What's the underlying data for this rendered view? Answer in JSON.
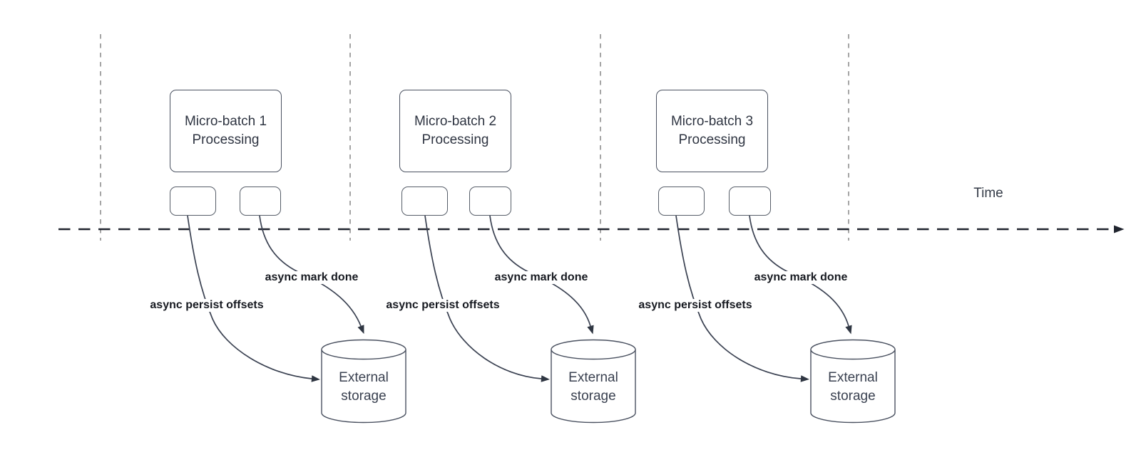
{
  "diagram": {
    "title_semantic": "Micro-batch stream processing timeline",
    "time_label": "Time",
    "colors": {
      "background": "#ffffff",
      "time_axis": "#20242e",
      "guide_line": "#a5a5a5",
      "shape_border": "#4a5160",
      "arrow_stroke": "#3b4252",
      "edge_label_text": "#171a21",
      "shape_text": "#2f3542"
    },
    "groups": [
      {
        "title_lines": [
          "Micro-batch 1",
          "Processing"
        ],
        "persist_label": "async persist offsets",
        "mark_label": "async mark done",
        "storage_lines": [
          "External",
          "storage"
        ]
      },
      {
        "title_lines": [
          "Micro-batch 2",
          "Processing"
        ],
        "persist_label": "async persist offsets",
        "mark_label": "async mark done",
        "storage_lines": [
          "External",
          "storage"
        ]
      },
      {
        "title_lines": [
          "Micro-batch 3",
          "Processing"
        ],
        "persist_label": "async persist offsets",
        "mark_label": "async mark done",
        "storage_lines": [
          "External",
          "storage"
        ]
      }
    ]
  }
}
